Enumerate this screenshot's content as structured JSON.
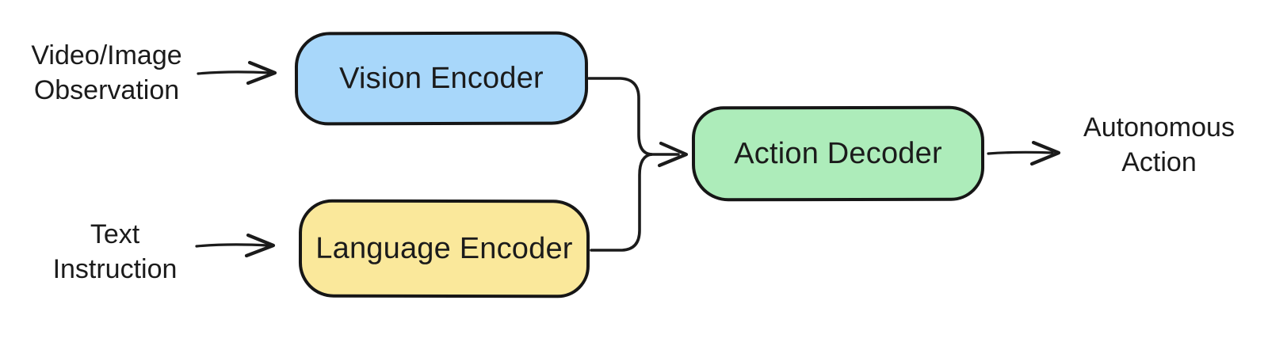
{
  "colors": {
    "background": "#ffffff",
    "stroke": "#1b1b1b",
    "vision_fill": "#a8d7fa",
    "language_fill": "#fae89b",
    "action_fill": "#adecba"
  },
  "nodes": {
    "vision_encoder": {
      "label": "Vision Encoder",
      "fill": "#a8d7fa"
    },
    "language_encoder": {
      "label": "Language Encoder",
      "fill": "#fae89b"
    },
    "action_decoder": {
      "label": "Action Decoder",
      "fill": "#adecba"
    }
  },
  "labels": {
    "video_observation": {
      "line1": "Video/Image",
      "line2": "Observation"
    },
    "text_instruction": {
      "line1": "Text",
      "line2": "Instruction"
    },
    "autonomous_action": {
      "line1": "Autonomous",
      "line2": "Action"
    }
  },
  "edges": [
    {
      "from": "video-image-observation",
      "to": "vision-encoder"
    },
    {
      "from": "text-instruction",
      "to": "language-encoder"
    },
    {
      "from": "vision-encoder",
      "to": "action-decoder"
    },
    {
      "from": "language-encoder",
      "to": "action-decoder"
    },
    {
      "from": "action-decoder",
      "to": "autonomous-action"
    }
  ]
}
